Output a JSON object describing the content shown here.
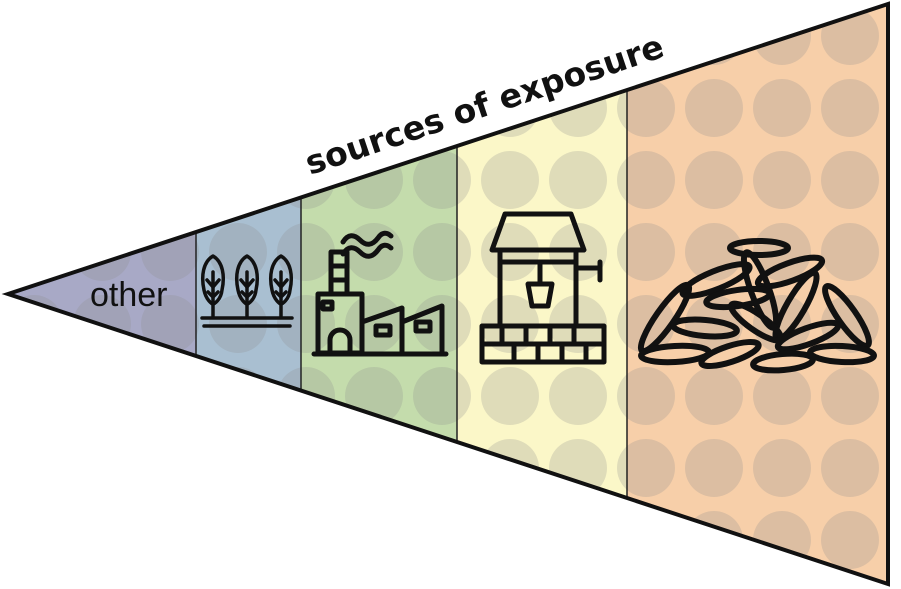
{
  "title": "sources of exposure",
  "segments": [
    {
      "id": "other",
      "label": "other",
      "color": "#a8a9c6"
    },
    {
      "id": "trees",
      "label": "",
      "icon": "trees-icon",
      "color": "#a9bfd1"
    },
    {
      "id": "factory",
      "label": "",
      "icon": "factory-icon",
      "color": "#c4dcac"
    },
    {
      "id": "well",
      "label": "",
      "icon": "well-icon",
      "color": "#fbf7c8"
    },
    {
      "id": "rice",
      "label": "",
      "icon": "rice-grains-icon",
      "color": "#f7cfa9"
    }
  ],
  "dot_color": "#8c8c8c",
  "outline_color": "#111111"
}
